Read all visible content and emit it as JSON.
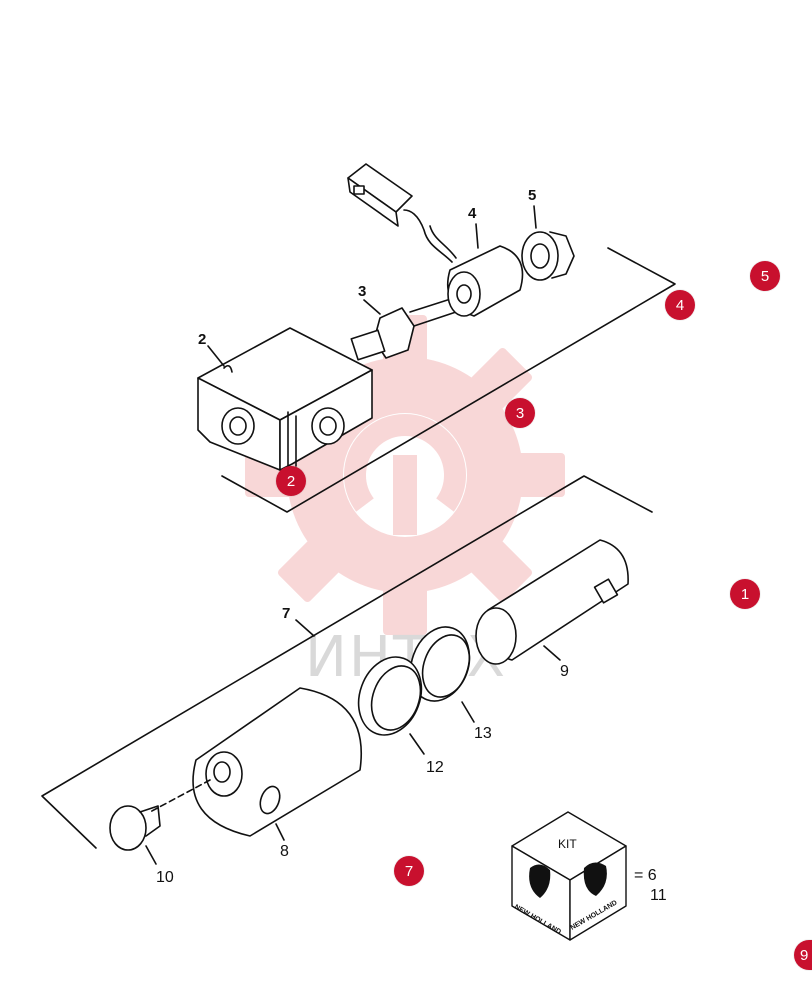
{
  "watermark": {
    "text": "ИНТЕХ",
    "color": "#f3b8b8"
  },
  "hotspot_color": "#c8102e",
  "callouts": {
    "c2": "2",
    "c3": "3",
    "c4": "4",
    "c5": "5",
    "c7": "7",
    "c8": "8",
    "c9": "9",
    "c10": "10",
    "c12": "12",
    "c13": "13"
  },
  "hotspots": {
    "h1": "1",
    "h2": "2",
    "h3": "3",
    "h4": "4",
    "h5": "5",
    "h7": "7",
    "h9": "9"
  },
  "kit": {
    "label": "KIT",
    "brand": "NEW HOLLAND",
    "equals_line1": "= 6",
    "equals_line2": "11"
  }
}
